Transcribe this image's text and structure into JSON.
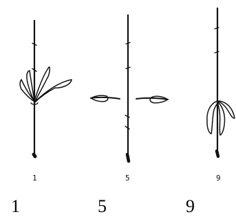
{
  "figure": {
    "drawings": [
      {
        "number_label": "1",
        "icon": "stem-with-upright-leaves-icon"
      },
      {
        "number_label": "5",
        "icon": "stem-with-horizontal-leaves-icon"
      },
      {
        "number_label": "9",
        "icon": "stem-with-drooping-leaves-icon"
      }
    ],
    "captions": [
      "1",
      "5",
      "9"
    ]
  }
}
